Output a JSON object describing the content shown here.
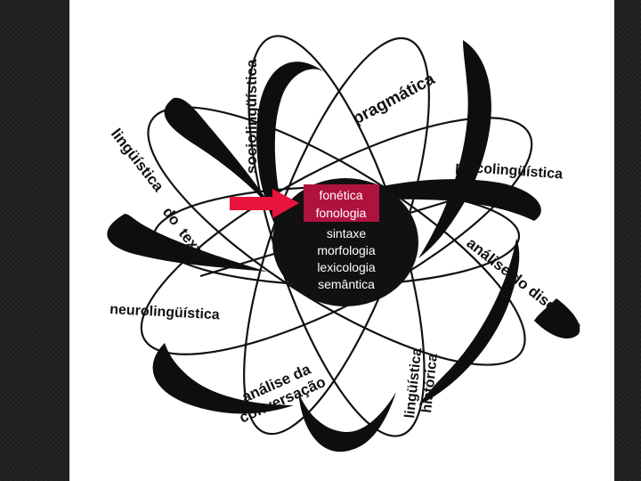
{
  "diagram": {
    "core_terms": {
      "highlighted": [
        "fonética",
        "fonologia"
      ],
      "others": [
        "sintaxe",
        "morfologia",
        "lexicologia",
        "semântica"
      ]
    },
    "orbit_labels": {
      "sociolinguistica": "sociolingüística",
      "pragmatica": "pragmática",
      "psicolinguistica": "psicolingüística",
      "linguistica_texto_1": "lingüística",
      "linguistica_texto_2": "do",
      "linguistica_texto_3": "texto",
      "analise_discurso": "análise do discurso",
      "neurolinguistica": "neurolingüística",
      "analise_conversacao_1": "análise da",
      "analise_conversacao_2": "conversação",
      "linguistica_historica_1": "lingüística",
      "linguistica_historica_2": "histórica"
    },
    "colors": {
      "highlight": "#b0123e",
      "arrow": "#e8143c",
      "core": "#111111"
    }
  }
}
